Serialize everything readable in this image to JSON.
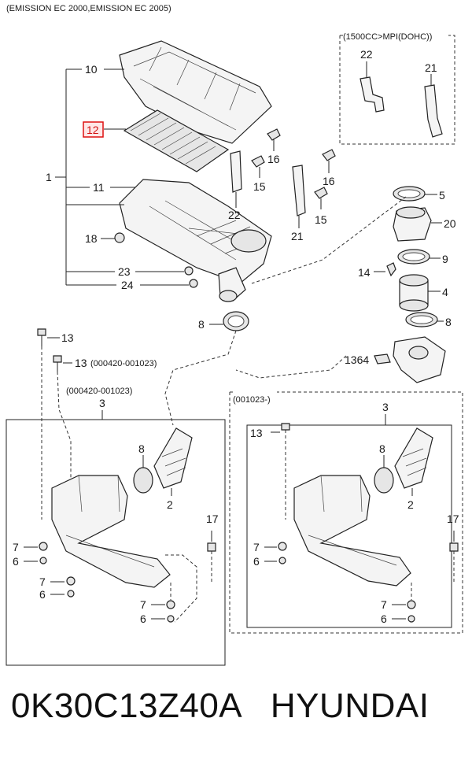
{
  "header": {
    "caption": "(EMISSION EC 2000,EMISSION EC 2005)"
  },
  "boxes": {
    "mpi_box": "(1500CC>MPI(DOHC))",
    "left_box": "(000420-001023)",
    "right_box": "(001023-)",
    "note_13": "(000420-001023)"
  },
  "labels": {
    "l1": "1",
    "l2": "2",
    "l3": "3",
    "l4": "4",
    "l5": "5",
    "l6": "6",
    "l7": "7",
    "l8": "8",
    "l9": "9",
    "l10": "10",
    "l11": "11",
    "l12": "12",
    "l13": "13",
    "l14": "14",
    "l15": "15",
    "l16": "16",
    "l17": "17",
    "l18": "18",
    "l20": "20",
    "l21": "21",
    "l22": "22",
    "l23": "23",
    "l24": "24",
    "l1364": "1364"
  },
  "highlight": {
    "part": "12",
    "color": "#d11111"
  },
  "footer": {
    "part_number": "0K30C13Z40A",
    "brand": "HYUNDAI"
  }
}
